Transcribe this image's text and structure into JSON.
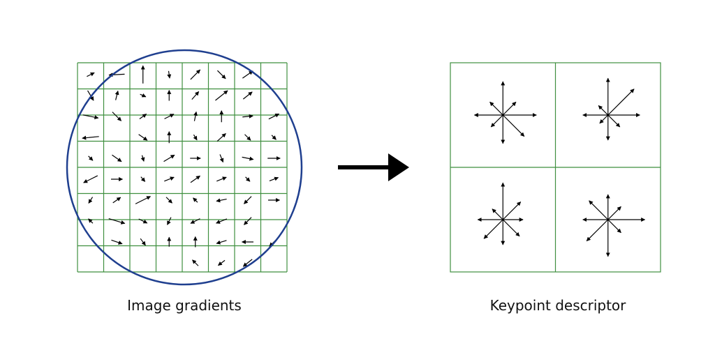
{
  "captions": {
    "left": "Image gradients",
    "right": "Keypoint descriptor"
  },
  "colors": {
    "grid": "#3f8f3f",
    "circle": "#1f3f8f",
    "arrow": "#000000",
    "background": "#ffffff"
  },
  "gradient_grid": {
    "rows": 8,
    "cols": 8
  },
  "descriptor_grid": {
    "rows": 2,
    "cols": 2,
    "orientation_bins": 8
  },
  "descriptor_histograms": [
    [
      1.0,
      0.55,
      1.0,
      0.55,
      0.85,
      0.5,
      0.85,
      0.9
    ],
    [
      0.95,
      1.1,
      1.1,
      0.4,
      0.75,
      0.35,
      0.75,
      0.5
    ],
    [
      0.6,
      0.75,
      1.1,
      0.45,
      0.75,
      0.8,
      0.75,
      0.7
    ],
    [
      1.1,
      0.55,
      0.75,
      0.8,
      0.75,
      0.9,
      1.1,
      0.55
    ]
  ],
  "gradient_arrows": [
    [
      [
        1.0,
        -0.5,
        0.4
      ],
      [
        -0.9,
        0.05,
        0.75
      ],
      [
        0,
        -1.3,
        0.85
      ],
      [
        0.15,
        1.0,
        0.35
      ],
      [
        0.75,
        -0.75,
        0.65
      ],
      [
        0.8,
        0.8,
        0.55
      ],
      [
        1.0,
        -0.7,
        0.6
      ],
      [
        0,
        0,
        0
      ]
    ],
    [
      [
        0.6,
        1.0,
        0.55
      ],
      [
        0.25,
        -1,
        0.45
      ],
      [
        0.9,
        0.4,
        0.3
      ],
      [
        0,
        -1.1,
        0.5
      ],
      [
        0.7,
        -0.8,
        0.5
      ],
      [
        1.0,
        -0.8,
        0.75
      ],
      [
        1.0,
        -0.8,
        0.55
      ],
      [
        0,
        0,
        0
      ]
    ],
    [
      [
        1.0,
        0.2,
        0.75
      ],
      [
        0.8,
        0.8,
        0.6
      ],
      [
        0.7,
        -0.5,
        0.4
      ],
      [
        0.8,
        -0.4,
        0.5
      ],
      [
        0.2,
        -1,
        0.45
      ],
      [
        0,
        -1,
        0.55
      ],
      [
        1,
        -0.1,
        0.5
      ],
      [
        1.0,
        -0.5,
        0.55
      ]
    ],
    [
      [
        -1.0,
        0.1,
        0.8
      ],
      [
        0,
        0,
        0
      ],
      [
        1.0,
        0.7,
        0.5
      ],
      [
        0,
        -1,
        0.55
      ],
      [
        0.3,
        0.5,
        0.3
      ],
      [
        1.0,
        -0.9,
        0.55
      ],
      [
        0.8,
        0.8,
        0.4
      ],
      [
        1,
        1,
        0.3
      ]
    ],
    [
      [
        1,
        1,
        0.3
      ],
      [
        1.0,
        0.7,
        0.55
      ],
      [
        0.3,
        1,
        0.3
      ],
      [
        1.0,
        -0.6,
        0.6
      ],
      [
        1,
        0,
        0.5
      ],
      [
        0.4,
        1,
        0.4
      ],
      [
        1.0,
        0.2,
        0.55
      ],
      [
        1,
        0,
        0.6
      ]
    ],
    [
      [
        -1.0,
        0.5,
        0.75
      ],
      [
        1,
        0,
        0.55
      ],
      [
        0.6,
        0.7,
        0.3
      ],
      [
        1.0,
        -0.4,
        0.5
      ],
      [
        1.0,
        -0.7,
        0.55
      ],
      [
        1,
        -0.4,
        0.5
      ],
      [
        0.5,
        0.5,
        0.3
      ],
      [
        0.9,
        -0.35,
        0.45
      ]
    ],
    [
      [
        -0.5,
        0.8,
        0.35
      ],
      [
        1.0,
        -0.7,
        0.45
      ],
      [
        1.0,
        -0.5,
        0.8
      ],
      [
        0.8,
        0.8,
        0.4
      ],
      [
        -0.6,
        -0.6,
        0.3
      ],
      [
        -1,
        0.2,
        0.5
      ],
      [
        -1,
        1,
        0.5
      ],
      [
        1,
        0,
        0.55
      ]
    ],
    [
      [
        -0.6,
        -0.6,
        0.3
      ],
      [
        1.0,
        0.3,
        0.8
      ],
      [
        1,
        0.5,
        0.45
      ],
      [
        -0.5,
        1.0,
        0.4
      ],
      [
        -1,
        0.5,
        0.5
      ],
      [
        -1,
        0.4,
        0.55
      ],
      [
        -1.0,
        1.0,
        0.5
      ],
      [
        0,
        0,
        0
      ]
    ],
    [
      [
        0,
        0,
        0
      ],
      [
        1.0,
        0.35,
        0.55
      ],
      [
        0.6,
        0.8,
        0.4
      ],
      [
        0,
        -1,
        0.45
      ],
      [
        0,
        -1,
        0.5
      ],
      [
        -1,
        0.3,
        0.5
      ],
      [
        -1,
        0,
        0.55
      ],
      [
        -0.8,
        0.8,
        0.6
      ]
    ],
    [
      [
        0,
        0,
        0
      ],
      [
        0,
        0,
        0
      ],
      [
        0,
        0,
        0
      ],
      [
        0,
        0,
        0
      ],
      [
        -1.0,
        -1.0,
        0.4
      ],
      [
        -0.8,
        0.6,
        0.4
      ],
      [
        -1,
        0.8,
        0.55
      ],
      [
        0,
        0,
        0
      ]
    ]
  ]
}
